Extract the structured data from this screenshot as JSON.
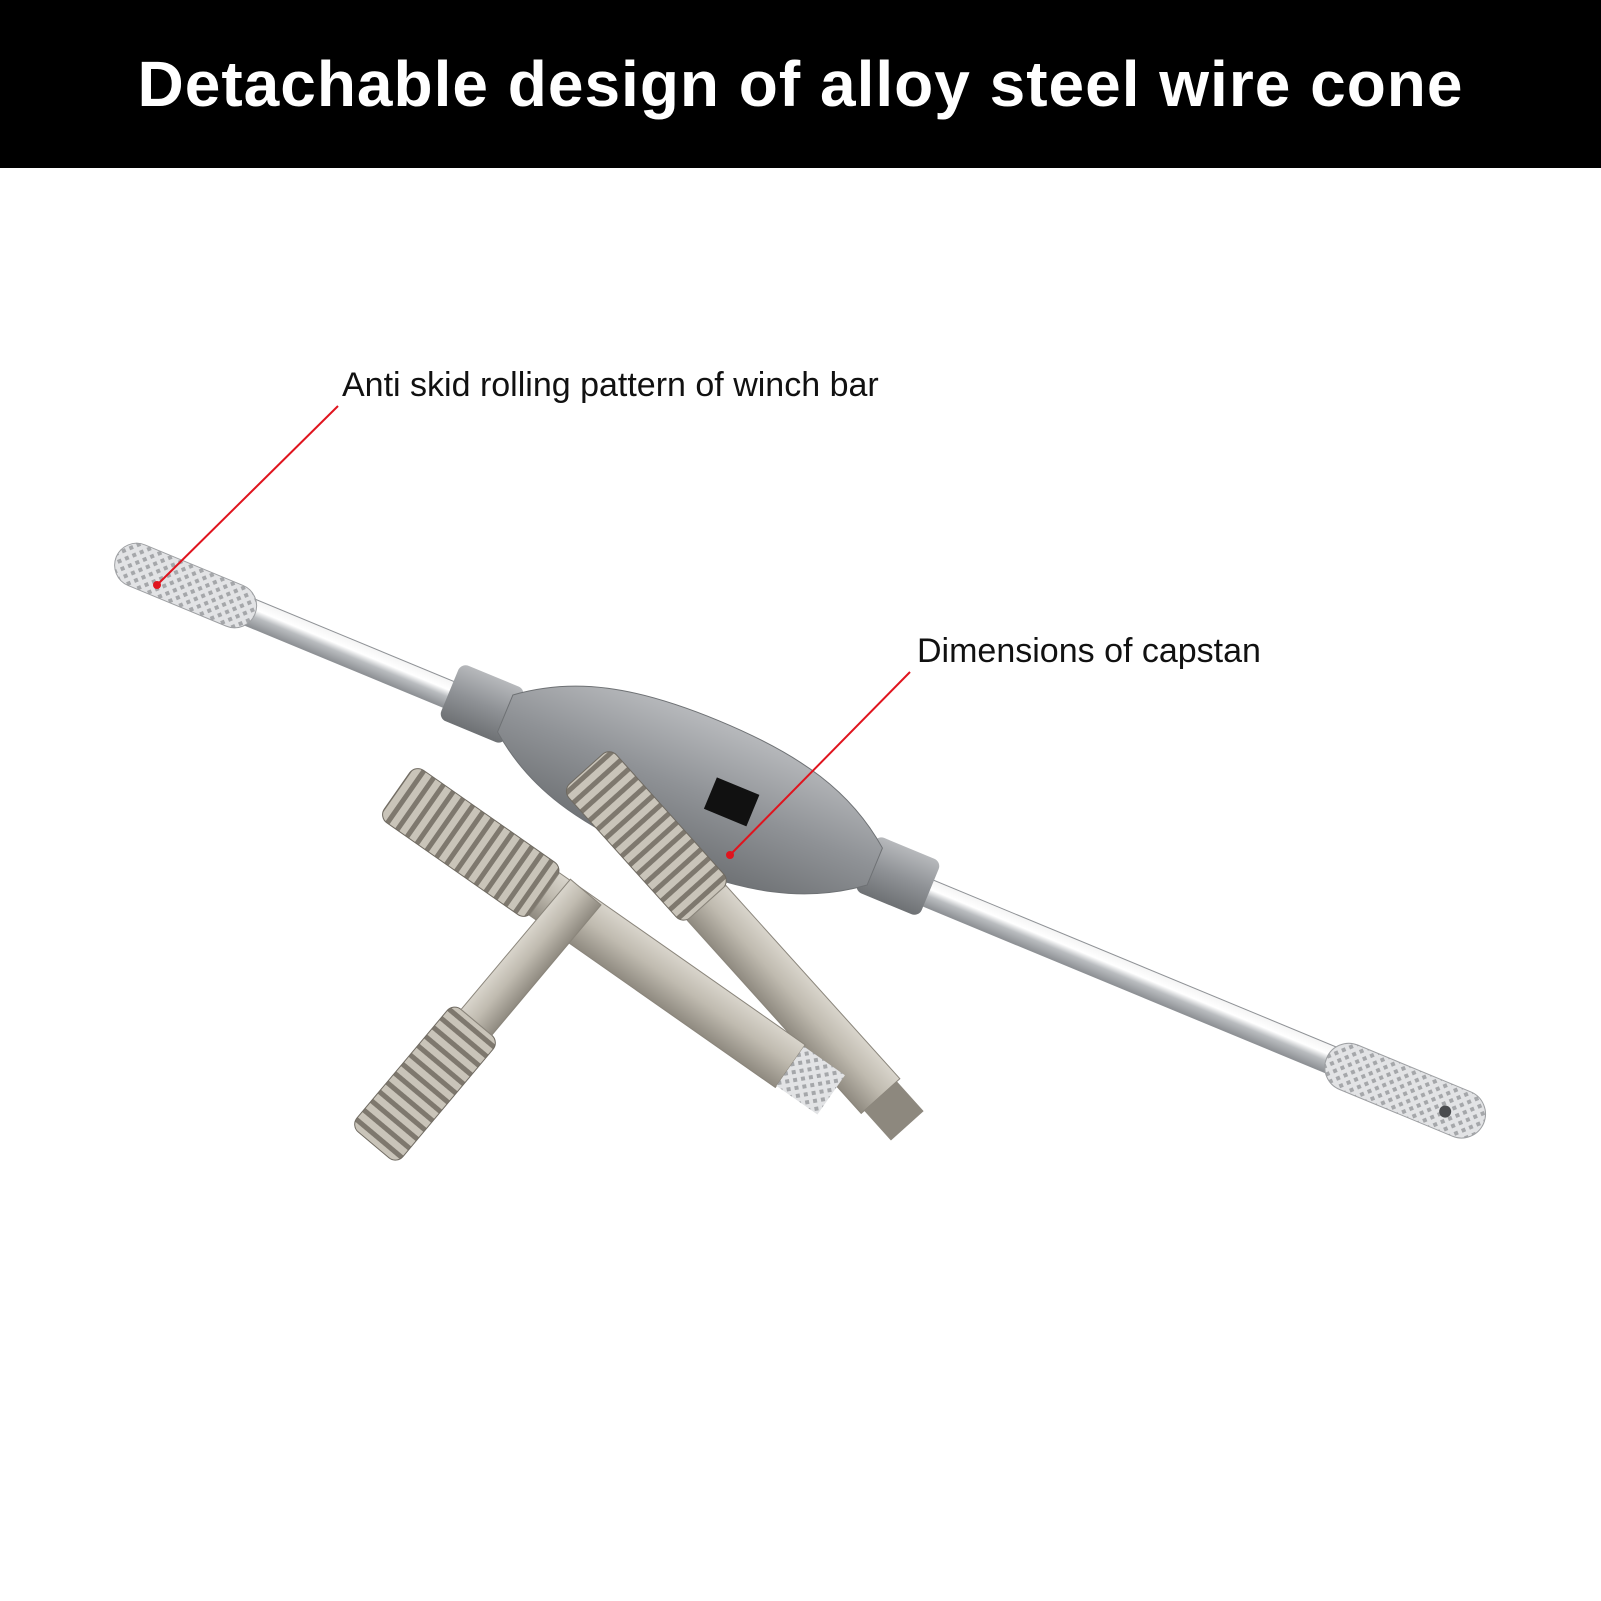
{
  "header": {
    "title": "Detachable design of alloy steel wire cone"
  },
  "callouts": [
    {
      "label": "Anti skid rolling pattern of winch bar"
    },
    {
      "label": "Dimensions of capstan"
    }
  ],
  "colors": {
    "header_bg": "#000000",
    "header_text": "#ffffff",
    "callout_line": "#e0141e",
    "background": "#ffffff"
  }
}
